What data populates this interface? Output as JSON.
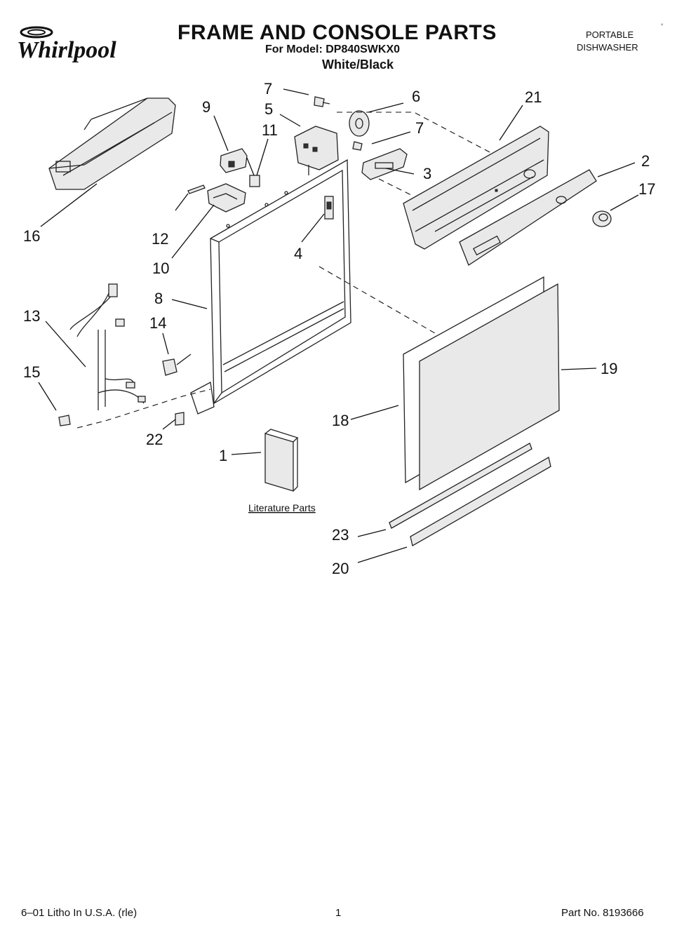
{
  "header": {
    "brand": "Whirlpool",
    "title": "FRAME AND CONSOLE PARTS",
    "model_line": "For Model: DP840SWKX0",
    "color_line": "White/Black",
    "product_type_line1": "PORTABLE",
    "product_type_line2": "DISHWASHER"
  },
  "diagram": {
    "callouts": {
      "c1": "1",
      "c2": "2",
      "c3": "3",
      "c4": "4",
      "c5": "5",
      "c6": "6",
      "c7a": "7",
      "c7b": "7",
      "c8": "8",
      "c9": "9",
      "c10": "10",
      "c11": "11",
      "c12": "12",
      "c13": "13",
      "c14": "14",
      "c15": "15",
      "c16": "16",
      "c17": "17",
      "c18": "18",
      "c19": "19",
      "c20": "20",
      "c21": "21",
      "c22": "22",
      "c23": "23"
    },
    "literature_label": "Literature Parts"
  },
  "footer": {
    "left": "6–01 Litho In U.S.A. (rle)",
    "center": "1",
    "right": "Part No. 8193666"
  }
}
